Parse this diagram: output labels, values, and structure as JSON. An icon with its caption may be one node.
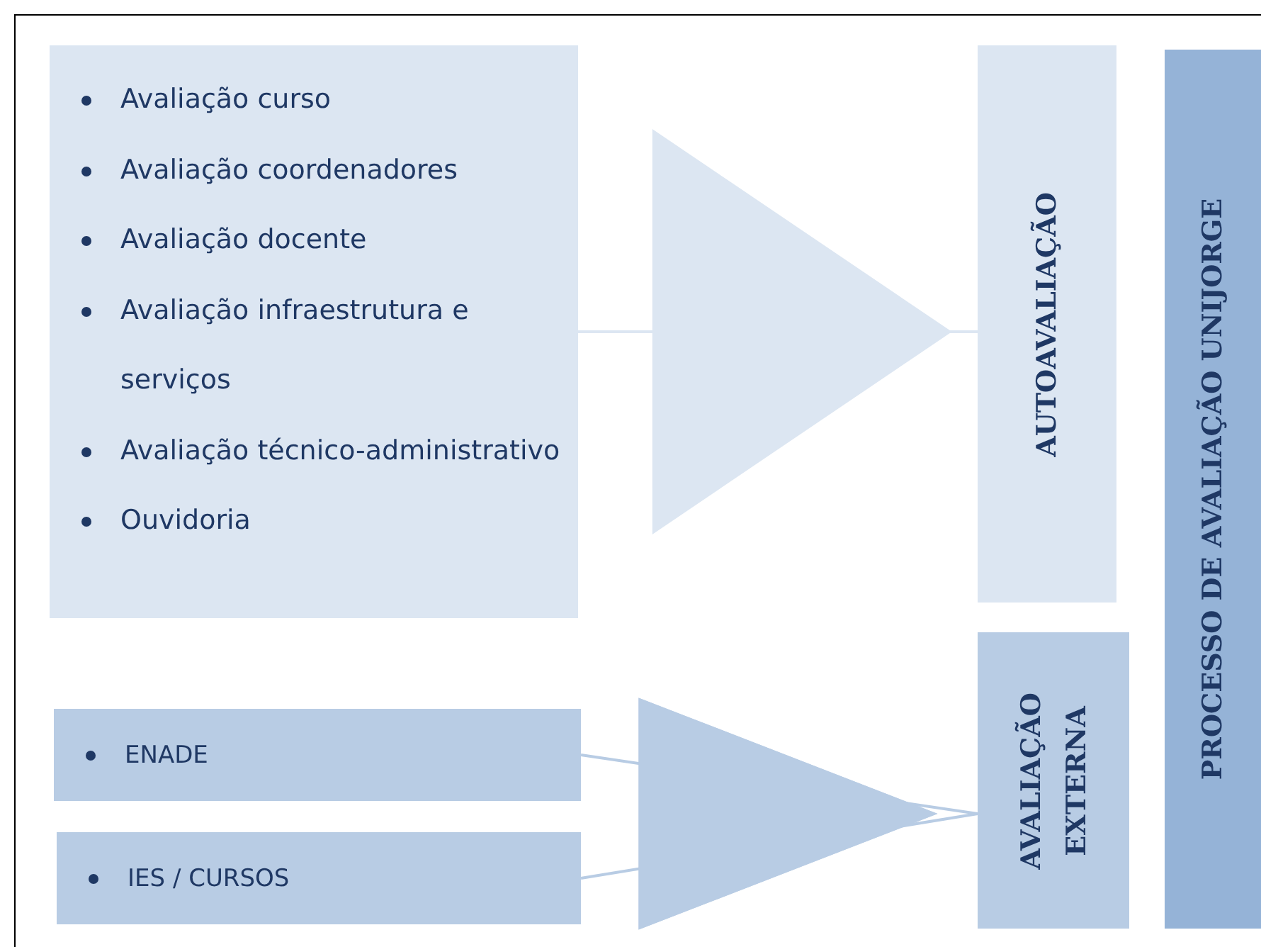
{
  "diagram": {
    "nodes": [
      {
        "text": [
          "Avaliação curso",
          "Avaliação coordenadores",
          "Avaliação docente",
          "Avaliação infraestrutura e serviços",
          "Avaliação técnico-administrativo",
          "Ouvidoria"
        ]
      },
      {
        "text": [
          "ENADE"
        ]
      },
      {
        "text": [
          "IES / CURSOS"
        ]
      },
      {
        "text": [
          "AUTOAVALIAÇÃO"
        ]
      },
      {
        "text": [
          "AVALIAÇÃO EXTERNA"
        ]
      },
      {
        "text": [
          "PROCESSO DE AVALIAÇÃO UNIJORGE"
        ]
      }
    ],
    "edges": [
      {
        "from": 0,
        "to": 3,
        "arrow": "to"
      },
      {
        "from": 1,
        "to": 4,
        "arrow": "to",
        "color": "#b8cce4"
      },
      {
        "from": 2,
        "to": 4,
        "arrow": "to",
        "color": "#b8cce4"
      }
    ]
  }
}
